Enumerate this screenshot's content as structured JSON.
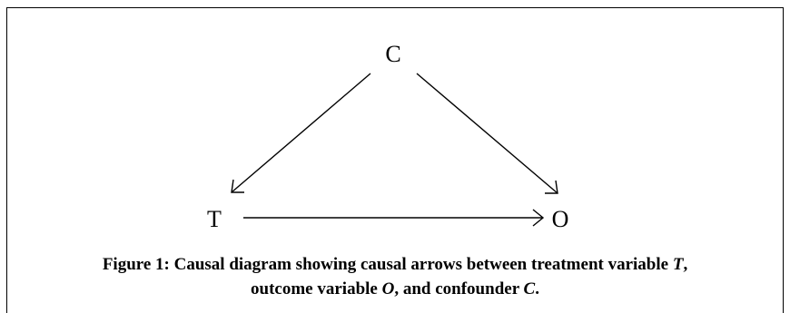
{
  "diagram": {
    "nodes": {
      "c": "C",
      "t": "T",
      "o": "O"
    },
    "edges": [
      {
        "from": "C",
        "to": "T"
      },
      {
        "from": "C",
        "to": "O"
      },
      {
        "from": "T",
        "to": "O"
      }
    ]
  },
  "caption": {
    "line1_prefix": "Figure 1: Causal diagram showing causal arrows between treatment variable ",
    "line1_var": "T",
    "line1_suffix": ",",
    "line2_prefix": "outcome variable ",
    "line2_var_o": "O",
    "line2_mid": ", and confounder ",
    "line2_var_c": "C",
    "line2_suffix": "."
  }
}
